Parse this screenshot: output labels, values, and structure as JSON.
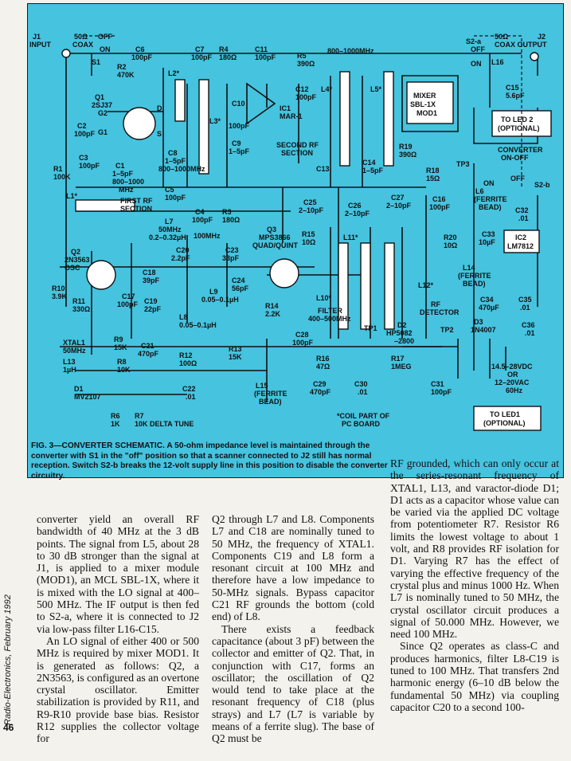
{
  "schematic": {
    "labels": {
      "j1": "J1",
      "input": "INPUT",
      "coax_in": "50Ω",
      "coax_in2": "COAX",
      "off": "OFF",
      "on": "ON",
      "s1": "S1",
      "r2": "R2",
      "r2v": "470K",
      "c6": "C6",
      "c6v": "100pF",
      "c7": "C7",
      "c7v": "100pF",
      "r4": "R4",
      "r4v": "180Ω",
      "c11": "C11",
      "c11v": "100pF",
      "r5": "R5",
      "r5v": "390Ω",
      "band_upper": "800–1000MHz",
      "s2a": "S2-a",
      "s2a_off": "OFF",
      "s2a_on": "ON",
      "j2": "J2",
      "coax_out": "50Ω",
      "coax_out2": "COAX OUTPUT",
      "l16": "L16",
      "c15": "C15",
      "c15v": "5.6pF",
      "q1": "Q1",
      "q1v": "2SJ37",
      "g2": "G2",
      "g1": "G1",
      "d": "D",
      "s": "S",
      "l2": "L2*",
      "l3": "L3*",
      "c10": "C10",
      "c10v": "100pF",
      "ic1": "IC1",
      "ic1v": "MAR-1",
      "c12": "C12",
      "c12v": "100pF",
      "l4": "L4*",
      "l5": "L5*",
      "mixer": "MIXER",
      "mixer2": "SBL-1X",
      "mixer3": "MOD1",
      "led2": "TO LED 2",
      "led2b": "(OPTIONAL)",
      "c2": "C2",
      "c2v": "100pF",
      "c3": "C3",
      "c3v": "100pF",
      "r1": "R1",
      "r1v": "100K",
      "c1": "C1",
      "c1v": "1–5pF",
      "c1b": "800–1000",
      "c1c": "MHz",
      "c8": "C8",
      "c8v": "1–5pF",
      "c8b": "800–1000MHz",
      "c9": "C9",
      "c9v": "1–5pF",
      "second_rf": "SECOND RF",
      "section": "SECTION",
      "r19": "R19",
      "r19v": "390Ω",
      "c13": "C13",
      "c14": "C14",
      "c14v": "1–5pF",
      "conv": "CONVERTER",
      "conv2": "ON-OFF",
      "s2b": "S2-b",
      "tp3": "TP3",
      "r18": "R18",
      "r18v": "15Ω",
      "l1": "L1*",
      "first_rf": "FIRST RF",
      "section1": "SECTION",
      "c5": "C5",
      "c5v": "100pF",
      "c4": "C4",
      "c4v": "100pF",
      "r3": "R3",
      "r3v": "180Ω",
      "mhz100": "100MHz",
      "c25": "C25",
      "c25v": "2–10pF",
      "c26": "C26",
      "c26v": "2–10pF",
      "c27": "C27",
      "c27v": "2–10pF",
      "c16": "C16",
      "c16v": "100pF",
      "l6": "L6",
      "l6v": "(FERRITE",
      "l6w": "BEAD)",
      "c32": "C32",
      "c32v": ".01",
      "l7": "L7",
      "l7v": "50MHz",
      "l7w": "0.2–0.32µH",
      "q3": "Q3",
      "q3v": "MPS3866",
      "q3w": "QUAD/QUINT",
      "r15": "R15",
      "r15v": "10Ω",
      "r20": "R20",
      "r20v": "10Ω",
      "c33": "C33",
      "c33v": "10µF",
      "ic2": "IC2",
      "ic2v": "LM7812",
      "l11": "L11*",
      "q2": "Q2",
      "q2v": "2N3563",
      "osc": "OSC",
      "c20": "C20",
      "c20v": "2.2pF",
      "c23": "C23",
      "c23v": "33pF",
      "c18": "C18",
      "c18v": "39pF",
      "c24": "C24",
      "c24v": "56pF",
      "l9": "L9",
      "l9v": "0.05–0.1µH",
      "l10": "L10*",
      "l12": "L12*",
      "l14": "L14",
      "l14v": "(FERRITE",
      "l14w": "BEAD)",
      "r10": "R10",
      "r10v": "3.9K",
      "r11": "R11",
      "r11v": "330Ω",
      "c17": "C17",
      "c17v": "100pF",
      "c19": "C19",
      "c19v": "22pF",
      "l8": "L8",
      "l8v": "0.05–0.1µH",
      "r14": "R14",
      "r14v": "2.2K",
      "filter": "FILTER",
      "filter2": "400–500MHz",
      "rf": "RF",
      "rf2": "DETECTOR",
      "c34": "C34",
      "c34v": "470µF",
      "c35": "C35",
      "c35v": ".01",
      "r9": "R9",
      "r9v": "15K",
      "c21": "C21",
      "c21v": "470pF",
      "d2": "D2",
      "d2v": "HP5082",
      "d2w": "–2800",
      "d3": "D3",
      "d3v": "1N4007",
      "c36": "C36",
      "c36v": ".01",
      "xtal": "XTAL1",
      "xtalv": "50MHz",
      "r12": "R12",
      "r12v": "100Ω",
      "r13": "R13",
      "r13v": "15K",
      "c28": "C28",
      "c28v": "100pF",
      "tp1": "TP1",
      "tp2": "TP2",
      "l13": "L13",
      "l13v": "1µH",
      "r8": "R8",
      "r8v": "10K",
      "r16": "R16",
      "r16v": "47Ω",
      "r17": "R17",
      "r17v": "1MEG",
      "c31": "C31",
      "c31v": "100pF",
      "supply": "14.5–28VDC",
      "supply2": "OR",
      "supply3": "12–20VAC",
      "supply4": "60Hz",
      "d1": "D1",
      "d1v": "MV2107",
      "c22": "C22",
      "c22v": ".01",
      "c29": "C29",
      "c29v": "470pF",
      "c30": "C30",
      "c30v": ".01",
      "l15": "L15",
      "l15v": "(FERRITE",
      "l15w": "BEAD)",
      "r6": "R6",
      "r6v": "1K",
      "r7": "R7",
      "r7v": "10K DELTA TUNE",
      "coil": "*COIL PART OF",
      "coil2": "PC BOARD",
      "led1": "TO LED1",
      "led1b": "(OPTIONAL)"
    }
  },
  "caption": "FIG. 3—CONVERTER SCHEMATIC. A 50-ohm impedance level is maintained through the converter with S1 in the \"off\" position so that a scanner connected to J2 still has normal reception. Switch S2-b breaks the 12-volt supply line in this position to disable the converter circuitry.",
  "sidebar": "Radio-Electronics, February 1992",
  "page_number": "46",
  "columns": [
    {
      "paragraphs": [
        "converter yield an overall RF bandwidth of 40 MHz at the 3 dB points. The signal from L5, about 28 to 30 dB stronger than the signal at J1, is applied to a mixer module (MOD1), an MCL SBL-1X, where it is mixed with the LO signal at 400–500 MHz. The IF output is then fed to S2-a, where it is connected to J2 via low-pass filter L16-C15.",
        "An LO signal of either 400 or 500 MHz is required by mixer MOD1. It is generated as follows: Q2, a 2N3563, is configured as an overtone crystal oscillator. Emitter stabilization is provided by R11, and R9-R10 provide base bias. Resistor R12 supplies the collector voltage for"
      ]
    },
    {
      "paragraphs": [
        "Q2 through L7 and L8. Components L7 and C18 are nominally tuned to 50 MHz, the frequency of XTAL1. Components C19 and L8 form a resonant circuit at 100 MHz and therefore have a low impedance to 50-MHz signals. Bypass capacitor C21 RF grounds the bottom (cold end) of L8.",
        "There exists a feedback capacitance (about 3 pF) between the collector and emitter of Q2. That, in conjunction with C17, forms an oscillator; the oscillation of Q2 would tend to take place at the resonant frequency of C18 (plus strays) and L7 (L7 is variable by means of a ferrite slug). The base of Q2 must be"
      ]
    },
    {
      "paragraphs": [
        "RF grounded, which can only occur at the series-resonant frequency of XTAL1, L13, and varactor-diode D1; D1 acts as a capacitor whose value can be varied via the applied DC voltage from potentiometer R7. Resistor R6 limits the lowest voltage to about 1 volt, and R8 provides RF isolation for D1. Varying R7 has the effect of varying the effective frequency of the crystal plus and minus 1000 Hz. When L7 is nominally tuned to 50 MHz, the crystal oscillator circuit produces a signal of 50.000 MHz. However, we need 100 MHz.",
        "Since Q2 operates as class-C and produces harmonics, filter L8-C19 is tuned to 100 MHz. That transfers 2nd harmonic energy (6–10 dB below the fundamental 50 MHz) via coupling capacitor C20 to a second 100-"
      ]
    }
  ]
}
